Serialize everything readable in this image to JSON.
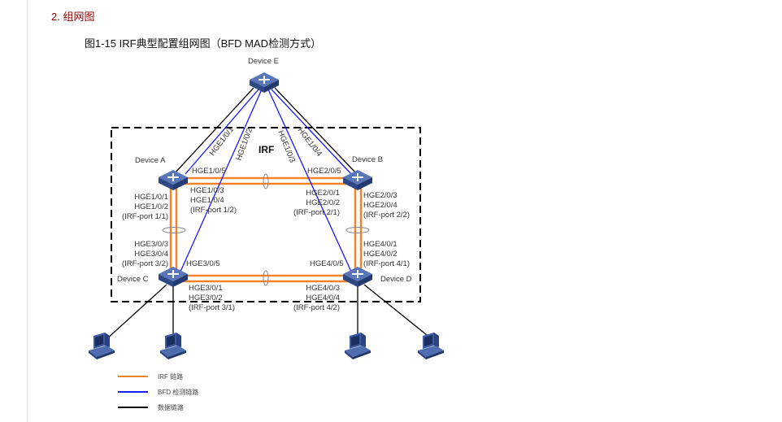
{
  "section_heading": "2. 组网图",
  "figure_caption": "图1-15 IRF典型配置组网图（BFD MAD检测方式）",
  "diagram": {
    "irf_label": "IRF",
    "devices": {
      "e": "Device E",
      "a": "Device A",
      "b": "Device B",
      "c": "Device C",
      "d": "Device D"
    },
    "uplink_ports": [
      "HGE1/0/1",
      "HGE1/0/2",
      "HGE1/0/3",
      "HGE1/0/4"
    ],
    "bfd_ports": {
      "a": "HGE1/0/5",
      "b": "HGE2/0/5",
      "c": "HGE3/0/5",
      "d": "HGE4/0/5"
    },
    "irf_ports": {
      "a_left": [
        "HGE1/0/1",
        "HGE1/0/2",
        "(IRF-port 1/1)"
      ],
      "a_right": [
        "HGE1/0/3",
        "HGE1/0/4",
        "(IRF-port 1/2)"
      ],
      "b_left": [
        "HGE2/0/1",
        "HGE2/0/2",
        "(IRF-port 2/1)"
      ],
      "b_right": [
        "HGE2/0/3",
        "HGE2/0/4",
        "(IRF-port 2/2)"
      ],
      "c_left": [
        "HGE3/0/3",
        "HGE3/0/4",
        "(IRF-port 3/2)"
      ],
      "c_right": [
        "HGE3/0/1",
        "HGE3/0/2",
        "(IRF-port 3/1)"
      ],
      "d_right": [
        "HGE4/0/1",
        "HGE4/0/2",
        "(IRF-port 4/1)"
      ],
      "d_left": [
        "HGE4/0/3",
        "HGE4/0/4",
        "(IRF-port 4/2)"
      ]
    },
    "colors": {
      "irf": "#f5832a",
      "bfd": "#1a1aff",
      "data": "#000000",
      "switch": "#3b5aa0"
    }
  },
  "legend": [
    {
      "label": "IRF 链路",
      "color": "#f5832a"
    },
    {
      "label": "BFD 检测链路",
      "color": "#1a1aff"
    },
    {
      "label": "数据链路",
      "color": "#000000"
    }
  ]
}
